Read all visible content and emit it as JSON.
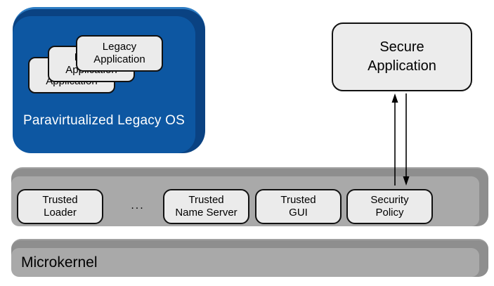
{
  "legacy_os": {
    "label": "Paravirtualized Legacy OS",
    "apps": [
      {
        "label": "Legacy\nApplication"
      },
      {
        "label": "Legacy\nApplication"
      },
      {
        "label": "Legacy\nApplication"
      }
    ]
  },
  "secure_app": {
    "label": "Secure\nApplication"
  },
  "trusted_layer": {
    "boxes": [
      {
        "label": "Trusted\nLoader"
      },
      {
        "label": "Trusted\nName Server"
      },
      {
        "label": "Trusted\nGUI"
      },
      {
        "label": "Security\nPolicy"
      }
    ],
    "ellipsis": "..."
  },
  "microkernel": {
    "label": "Microkernel"
  },
  "colors": {
    "blue_face": "#0d57a2",
    "blue_edge": "#0a4282",
    "blue_highlight": "#2d7cc3",
    "gray_face": "#a9a9a9",
    "gray_edge": "#8e8e8e",
    "box_fill": "#ebebeb",
    "outline": "#000000",
    "label_on_blue": "#ffffff"
  }
}
